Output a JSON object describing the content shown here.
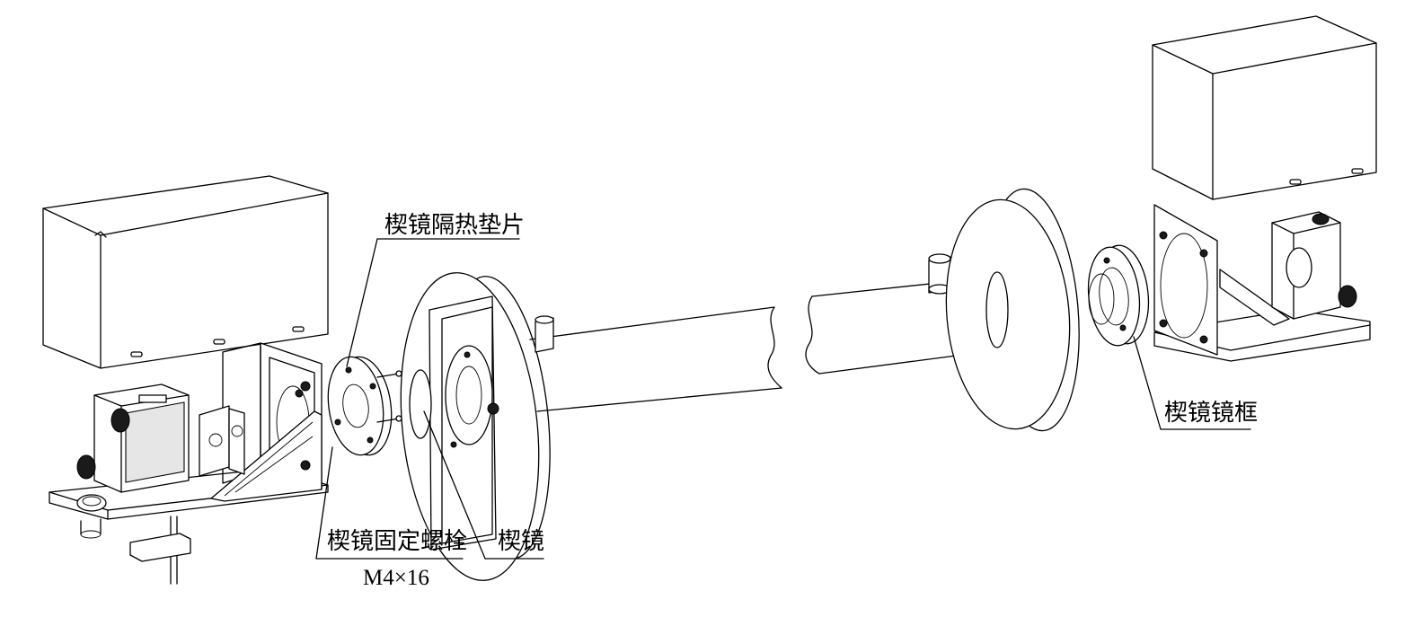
{
  "labels": {
    "heat_shield_gasket": "楔镜隔热垫片",
    "fixing_bolt": "楔镜固定螺栓",
    "bolt_spec": "M4×16",
    "wedge_mirror": "楔镜",
    "wedge_mirror_frame": "楔镜镜框"
  }
}
